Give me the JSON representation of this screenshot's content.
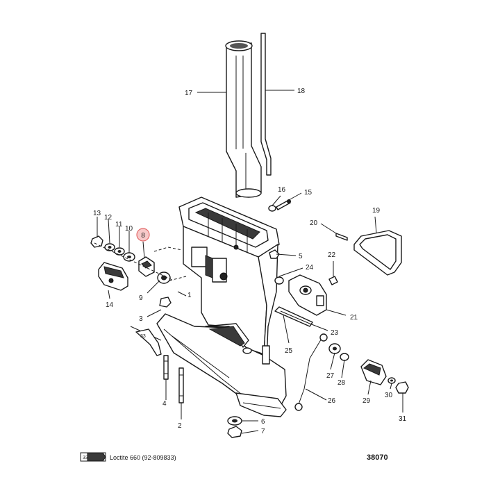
{
  "callouts": {
    "c1": "1",
    "c2": "2",
    "c3": "3",
    "c4": "4",
    "c5": "5",
    "c6": "6",
    "c7": "7",
    "c8": "8",
    "c9": "9",
    "c10": "10",
    "c11": "11",
    "c12": "12",
    "c13": "13",
    "c14": "14",
    "c15": "15",
    "c16": "16",
    "c17": "17",
    "c18": "18",
    "c19": "19",
    "c20": "20",
    "c21": "21",
    "c22": "22",
    "c23": "23",
    "c24": "24",
    "c25": "25",
    "c26": "26",
    "c27": "27",
    "c28": "28",
    "c29": "29",
    "c30": "30",
    "c31": "31",
    "c33": "33"
  },
  "highlight": {
    "color": "#e36a6a",
    "fill": "#f7c9c9"
  },
  "footer": {
    "sealant_badge": "33",
    "sealant_note": "Loctite 660 (92-809833)",
    "diagram_ref": "38070"
  }
}
